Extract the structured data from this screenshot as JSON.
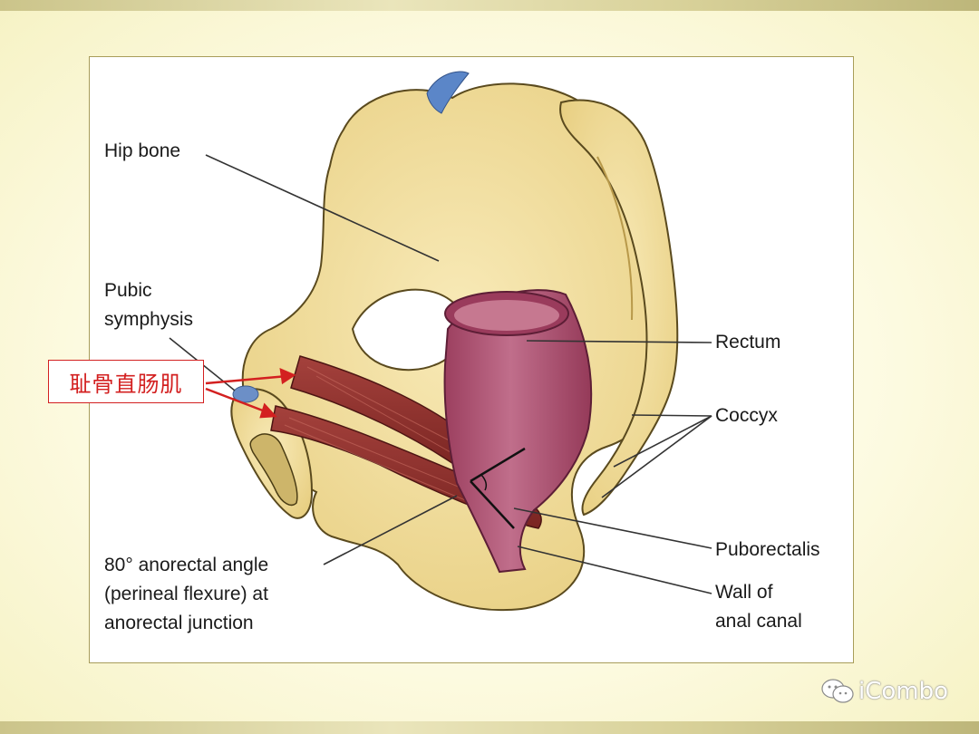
{
  "labels": {
    "hip_bone": "Hip bone",
    "pubic_symphysis": [
      "Pubic",
      "symphysis"
    ],
    "rectum": "Rectum",
    "coccyx": "Coccyx",
    "puborectalis": "Puborectalis",
    "wall_of_anal_canal": [
      "Wall of",
      "anal canal"
    ],
    "anorectal_angle": [
      "80° anorectal angle",
      "(perineal flexure) at",
      "anorectal junction"
    ]
  },
  "annotation": {
    "text": "耻骨直肠肌",
    "color": "#d32020"
  },
  "watermark": {
    "text": "iCombo",
    "icon": "wechat-icon"
  },
  "colors": {
    "bone": "#f3e2a4",
    "bone_shadow": "#d9bd69",
    "muscle": "#8f2f2c",
    "rectum": "#b15a77",
    "cartilage": "#6c8fc7"
  }
}
